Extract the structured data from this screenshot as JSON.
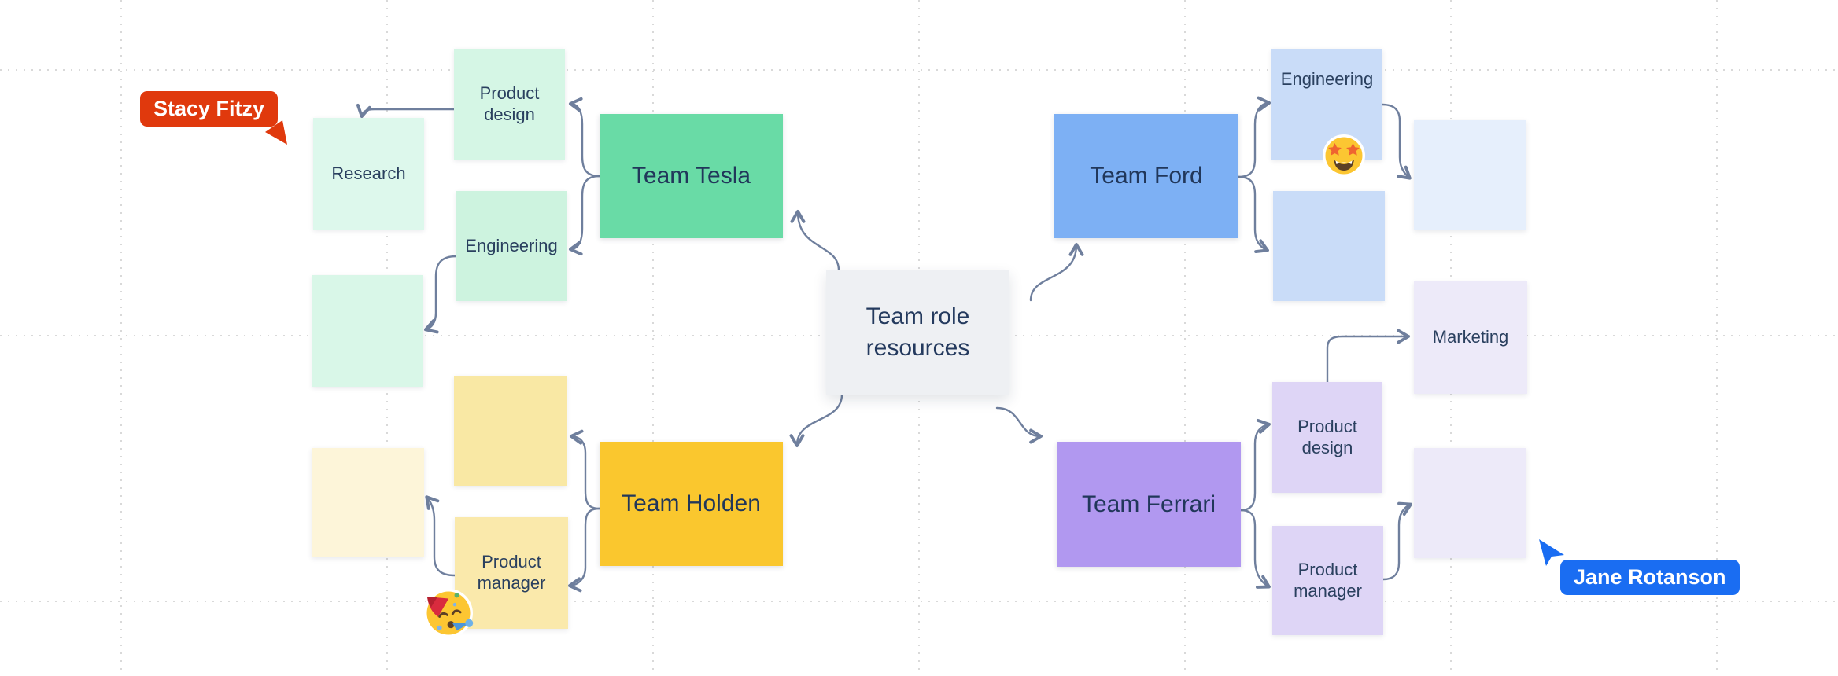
{
  "canvas": {
    "background": "#ffffff",
    "grid_color": "#d9d9d9",
    "connector_color": "#6f7f9d",
    "text_color": "#243a5e"
  },
  "central_topic": {
    "label": "Team role resources",
    "color": "#eef0f3"
  },
  "teams": {
    "tesla": {
      "label": "Team Tesla",
      "color": "#69dba6"
    },
    "ford": {
      "label": "Team Ford",
      "color": "#7db0f4"
    },
    "holden": {
      "label": "Team Holden",
      "color": "#fac72e"
    },
    "ferrari": {
      "label": "Team Ferrari",
      "color": "#b198f0"
    }
  },
  "stickies": {
    "tesla_product_design": {
      "label": "Product design",
      "color": "#d5f6e5"
    },
    "tesla_research": {
      "label": "Research",
      "color": "#ddf8ec"
    },
    "tesla_engineering": {
      "label": "Engineering",
      "color": "#cdf3df"
    },
    "tesla_blank": {
      "label": "",
      "color": "#d9f7e8"
    },
    "holden_top_blank": {
      "label": "",
      "color": "#f9e8a4"
    },
    "holden_product_manager": {
      "label": "Product manager",
      "color": "#fae9ab"
    },
    "holden_pale_blank": {
      "label": "",
      "color": "#fdf5d9"
    },
    "ford_engineering": {
      "label": "Engineering",
      "color": "#c9dcf8"
    },
    "ford_blank": {
      "label": "",
      "color": "#c9dcf8"
    },
    "ford_pale_blank": {
      "label": "",
      "color": "#e6effc"
    },
    "ferrari_product_design": {
      "label": "Product design",
      "color": "#ded5f6"
    },
    "ferrari_product_manager": {
      "label": "Product manager",
      "color": "#ded5f6"
    },
    "ferrari_marketing": {
      "label": "Marketing",
      "color": "#edeaf9"
    },
    "ferrari_pale_blank": {
      "label": "",
      "color": "#edeaf9"
    }
  },
  "cursors": {
    "stacy": {
      "name": "Stacy Fitzy",
      "color": "#e0390d"
    },
    "jane": {
      "name": "Jane Rotanson",
      "color": "#1a6df2"
    }
  },
  "stickers": {
    "star_struck": {
      "name": "star-struck-emoji"
    },
    "partying_face": {
      "name": "partying-face-emoji"
    }
  }
}
